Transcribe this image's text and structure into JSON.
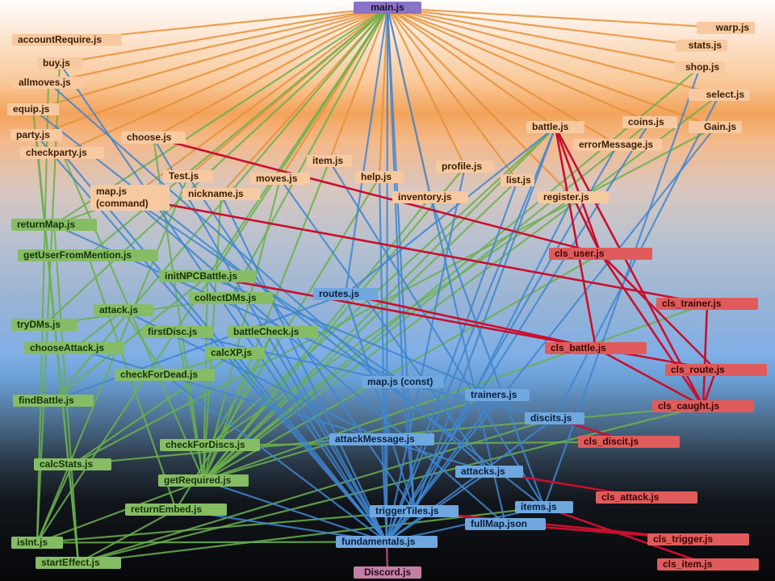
{
  "colors": {
    "main": "#8a72c4",
    "command": "#f7c9a1",
    "helper": "#86bd64",
    "module": "#6fa7df",
    "class": "#e05b5b",
    "discord": "#c47fa6",
    "edge_command": "#e8913a",
    "edge_helper": "#6ab04c",
    "edge_module": "#3f86d0",
    "edge_class": "#c8102e",
    "edge_discord": "#b5507f"
  },
  "nodes": [
    {
      "id": "main",
      "label": "main.js",
      "cat": "main"
    },
    {
      "id": "warp",
      "label": "warp.js",
      "cat": "orange"
    },
    {
      "id": "stats",
      "label": "stats.js",
      "cat": "orange"
    },
    {
      "id": "shop",
      "label": "shop.js",
      "cat": "orange"
    },
    {
      "id": "select",
      "label": "select.js",
      "cat": "orange"
    },
    {
      "id": "gain",
      "label": "Gain.js",
      "cat": "orange"
    },
    {
      "id": "coins",
      "label": "coins.js",
      "cat": "orange"
    },
    {
      "id": "errorMessage",
      "label": "errorMessage.js",
      "cat": "orange"
    },
    {
      "id": "battle",
      "label": "battle.js",
      "cat": "orange"
    },
    {
      "id": "register",
      "label": "register.js",
      "cat": "orange"
    },
    {
      "id": "list",
      "label": "list.js",
      "cat": "orange"
    },
    {
      "id": "profile",
      "label": "profile.js",
      "cat": "orange"
    },
    {
      "id": "inventory",
      "label": "inventory.js",
      "cat": "orange"
    },
    {
      "id": "help",
      "label": "help.js",
      "cat": "orange"
    },
    {
      "id": "item",
      "label": "item.js",
      "cat": "orange"
    },
    {
      "id": "moves",
      "label": "moves.js",
      "cat": "orange"
    },
    {
      "id": "nickname",
      "label": "nickname.js",
      "cat": "orange"
    },
    {
      "id": "test",
      "label": "Test.js",
      "cat": "orange"
    },
    {
      "id": "choose",
      "label": "choose.js",
      "cat": "orange"
    },
    {
      "id": "mapCommand",
      "label": "map.js\n(command)",
      "cat": "orange"
    },
    {
      "id": "accountRequire",
      "label": "accountRequire.js",
      "cat": "orange"
    },
    {
      "id": "buy",
      "label": "buy.js",
      "cat": "orange"
    },
    {
      "id": "allmoves",
      "label": "allmoves.js",
      "cat": "orange"
    },
    {
      "id": "equip",
      "label": "equip.js",
      "cat": "orange"
    },
    {
      "id": "party",
      "label": "party.js",
      "cat": "orange"
    },
    {
      "id": "checkparty",
      "label": "checkparty.js",
      "cat": "orange"
    },
    {
      "id": "returnMap",
      "label": "returnMap.js",
      "cat": "green"
    },
    {
      "id": "getUserFromMention",
      "label": "getUserFromMention.js",
      "cat": "green"
    },
    {
      "id": "initNPCBattle",
      "label": "initNPCBattle.js",
      "cat": "green"
    },
    {
      "id": "collectDMs",
      "label": "collectDMs.js",
      "cat": "green"
    },
    {
      "id": "attack",
      "label": "attack.js",
      "cat": "green"
    },
    {
      "id": "tryDMs",
      "label": "tryDMs.js",
      "cat": "green"
    },
    {
      "id": "firstDisc",
      "label": "firstDisc.js",
      "cat": "green"
    },
    {
      "id": "battleCheck",
      "label": "battleCheck.js",
      "cat": "green"
    },
    {
      "id": "chooseAttack",
      "label": "chooseAttack.js",
      "cat": "green"
    },
    {
      "id": "calcXP",
      "label": "calcXP.js",
      "cat": "green"
    },
    {
      "id": "checkForDead",
      "label": "checkForDead.js",
      "cat": "green"
    },
    {
      "id": "findBattle",
      "label": "findBattle.js",
      "cat": "green"
    },
    {
      "id": "checkForDiscs",
      "label": "checkForDiscs.js",
      "cat": "green"
    },
    {
      "id": "calcStats",
      "label": "calcStats.js",
      "cat": "green"
    },
    {
      "id": "getRequired",
      "label": "getRequired.js",
      "cat": "green"
    },
    {
      "id": "returnEmbed",
      "label": "returnEmbed.js",
      "cat": "green"
    },
    {
      "id": "isInt",
      "label": "isInt.js",
      "cat": "green"
    },
    {
      "id": "startEffect",
      "label": "startEffect.js",
      "cat": "green"
    },
    {
      "id": "routes",
      "label": "routes.js",
      "cat": "blue"
    },
    {
      "id": "mapConst",
      "label": "map.js (const)",
      "cat": "blue"
    },
    {
      "id": "trainers",
      "label": "trainers.js",
      "cat": "blue"
    },
    {
      "id": "discits",
      "label": "discits.js",
      "cat": "blue"
    },
    {
      "id": "attackMessage",
      "label": "attackMessage.js",
      "cat": "blue"
    },
    {
      "id": "attacks",
      "label": "attacks.js",
      "cat": "blue"
    },
    {
      "id": "items",
      "label": "items.js",
      "cat": "blue"
    },
    {
      "id": "triggerTiles",
      "label": "triggerTiles.js",
      "cat": "blue"
    },
    {
      "id": "fullMap",
      "label": "fullMap.json",
      "cat": "blue"
    },
    {
      "id": "fundamentals",
      "label": "fundamentals.js",
      "cat": "blue"
    },
    {
      "id": "clsUser",
      "label": "cls_user.js",
      "cat": "red"
    },
    {
      "id": "clsTrainer",
      "label": "cls_trainer.js",
      "cat": "red"
    },
    {
      "id": "clsBattle",
      "label": "cls_battle.js",
      "cat": "red"
    },
    {
      "id": "clsRoute",
      "label": "cls_route.js",
      "cat": "red"
    },
    {
      "id": "clsCaught",
      "label": "cls_caught.js",
      "cat": "red"
    },
    {
      "id": "clsDiscit",
      "label": "cls_discit.js",
      "cat": "red"
    },
    {
      "id": "clsAttack",
      "label": "cls_attack.js",
      "cat": "red"
    },
    {
      "id": "clsTrigger",
      "label": "cls_trigger.js",
      "cat": "red"
    },
    {
      "id": "clsItem",
      "label": "cls_item.js",
      "cat": "red"
    },
    {
      "id": "discord",
      "label": "Discord.js",
      "cat": "discord"
    }
  ],
  "edges": [
    [
      "main",
      "warp",
      "o"
    ],
    [
      "main",
      "stats",
      "o"
    ],
    [
      "main",
      "shop",
      "o"
    ],
    [
      "main",
      "select",
      "o"
    ],
    [
      "main",
      "gain",
      "o"
    ],
    [
      "main",
      "coins",
      "o"
    ],
    [
      "main",
      "errorMessage",
      "o"
    ],
    [
      "main",
      "battle",
      "o"
    ],
    [
      "main",
      "register",
      "o"
    ],
    [
      "main",
      "list",
      "o"
    ],
    [
      "main",
      "profile",
      "o"
    ],
    [
      "main",
      "inventory",
      "o"
    ],
    [
      "main",
      "help",
      "o"
    ],
    [
      "main",
      "item",
      "o"
    ],
    [
      "main",
      "moves",
      "o"
    ],
    [
      "main",
      "nickname",
      "o"
    ],
    [
      "main",
      "test",
      "o"
    ],
    [
      "main",
      "choose",
      "o"
    ],
    [
      "main",
      "mapCommand",
      "o"
    ],
    [
      "main",
      "accountRequire",
      "o"
    ],
    [
      "main",
      "buy",
      "o"
    ],
    [
      "main",
      "allmoves",
      "o"
    ],
    [
      "main",
      "equip",
      "o"
    ],
    [
      "main",
      "party",
      "o"
    ],
    [
      "main",
      "checkparty",
      "o"
    ],
    [
      "main",
      "returnMap",
      "g"
    ],
    [
      "main",
      "getUserFromMention",
      "g"
    ],
    [
      "main",
      "initNPCBattle",
      "g"
    ],
    [
      "main",
      "collectDMs",
      "g"
    ],
    [
      "main",
      "tryDMs",
      "g"
    ],
    [
      "main",
      "findBattle",
      "g"
    ],
    [
      "main",
      "isInt",
      "g"
    ],
    [
      "main",
      "triggerTiles",
      "b"
    ],
    [
      "main",
      "fundamentals",
      "b"
    ],
    [
      "main",
      "routes",
      "b"
    ],
    [
      "main",
      "mapConst",
      "b"
    ],
    [
      "main",
      "fullMap",
      "b"
    ],
    [
      "fundamentals",
      "discord",
      "p"
    ],
    [
      "battle",
      "clsUser",
      "r"
    ],
    [
      "battle",
      "clsBattle",
      "r"
    ],
    [
      "battle",
      "clsCaught",
      "r"
    ],
    [
      "register",
      "clsUser",
      "r"
    ],
    [
      "choose",
      "clsUser",
      "r"
    ],
    [
      "mapCommand",
      "clsTrainer",
      "r"
    ],
    [
      "initNPCBattle",
      "clsBattle",
      "r"
    ],
    [
      "routes",
      "clsBattle",
      "r"
    ],
    [
      "clsBattle",
      "clsRoute",
      "r"
    ],
    [
      "clsBattle",
      "clsCaught",
      "r"
    ],
    [
      "clsTrainer",
      "clsCaught",
      "r"
    ],
    [
      "clsRoute",
      "clsCaught",
      "r"
    ],
    [
      "clsUser",
      "clsCaught",
      "r"
    ],
    [
      "discits",
      "clsDiscit",
      "r"
    ],
    [
      "attacks",
      "clsAttack",
      "r"
    ],
    [
      "triggerTiles",
      "clsTrigger",
      "r"
    ],
    [
      "items",
      "clsItem",
      "r"
    ],
    [
      "fullMap",
      "clsTrigger",
      "r"
    ],
    [
      "clsUser",
      "clsRoute",
      "r"
    ],
    [
      "battle",
      "triggerTiles",
      "b"
    ],
    [
      "battle",
      "fundamentals",
      "b"
    ],
    [
      "battle",
      "routes",
      "b"
    ],
    [
      "shop",
      "items",
      "b"
    ],
    [
      "select",
      "discits",
      "b"
    ],
    [
      "gain",
      "fundamentals",
      "b"
    ],
    [
      "coins",
      "fundamentals",
      "b"
    ],
    [
      "errorMessage",
      "fundamentals",
      "b"
    ],
    [
      "register",
      "triggerTiles",
      "b"
    ],
    [
      "list",
      "fundamentals",
      "b"
    ],
    [
      "profile",
      "fundamentals",
      "b"
    ],
    [
      "inventory",
      "items",
      "b"
    ],
    [
      "help",
      "fundamentals",
      "b"
    ],
    [
      "item",
      "items",
      "b"
    ],
    [
      "moves",
      "attacks",
      "b"
    ],
    [
      "nickname",
      "fundamentals",
      "b"
    ],
    [
      "test",
      "triggerTiles",
      "b"
    ],
    [
      "choose",
      "fundamentals",
      "b"
    ],
    [
      "mapCommand",
      "mapConst",
      "b"
    ],
    [
      "mapCommand",
      "fullMap",
      "b"
    ],
    [
      "buy",
      "fundamentals",
      "b"
    ],
    [
      "allmoves",
      "attacks",
      "b"
    ],
    [
      "equip",
      "items",
      "b"
    ],
    [
      "party",
      "fundamentals",
      "b"
    ],
    [
      "checkparty",
      "fundamentals",
      "b"
    ],
    [
      "initNPCBattle",
      "trainers",
      "b"
    ],
    [
      "collectDMs",
      "fundamentals",
      "b"
    ],
    [
      "attack",
      "attackMessage",
      "b"
    ],
    [
      "firstDisc",
      "discits",
      "b"
    ],
    [
      "battleCheck",
      "fundamentals",
      "b"
    ],
    [
      "chooseAttack",
      "attacks",
      "b"
    ],
    [
      "calcXP",
      "fundamentals",
      "b"
    ],
    [
      "checkForDead",
      "fundamentals",
      "b"
    ],
    [
      "findBattle",
      "routes",
      "b"
    ],
    [
      "getRequired",
      "fundamentals",
      "b"
    ],
    [
      "returnEmbed",
      "fundamentals",
      "b"
    ],
    [
      "routes",
      "triggerTiles",
      "b"
    ],
    [
      "trainers",
      "fundamentals",
      "b"
    ],
    [
      "discits",
      "fundamentals",
      "b"
    ],
    [
      "attackMessage",
      "fundamentals",
      "b"
    ],
    [
      "attacks",
      "fundamentals",
      "b"
    ],
    [
      "triggerTiles",
      "fundamentals",
      "b"
    ],
    [
      "mapConst",
      "triggerTiles",
      "b"
    ],
    [
      "items",
      "fundamentals",
      "b"
    ],
    [
      "returnMap",
      "mapConst",
      "b"
    ],
    [
      "battle",
      "getRequired",
      "g"
    ],
    [
      "battle",
      "checkForDiscs",
      "g"
    ],
    [
      "register",
      "checkForDiscs",
      "g"
    ],
    [
      "shop",
      "getRequired",
      "g"
    ],
    [
      "select",
      "getRequired",
      "g"
    ],
    [
      "gain",
      "calcStats",
      "g"
    ],
    [
      "coins",
      "getRequired",
      "g"
    ],
    [
      "list",
      "getRequired",
      "g"
    ],
    [
      "profile",
      "getRequired",
      "g"
    ],
    [
      "inventory",
      "getRequired",
      "g"
    ],
    [
      "help",
      "returnEmbed",
      "g"
    ],
    [
      "item",
      "getRequired",
      "g"
    ],
    [
      "moves",
      "getRequired",
      "g"
    ],
    [
      "nickname",
      "getRequired",
      "g"
    ],
    [
      "test",
      "isInt",
      "g"
    ],
    [
      "choose",
      "getRequired",
      "g"
    ],
    [
      "buy",
      "isInt",
      "g"
    ],
    [
      "allmoves",
      "isInt",
      "g"
    ],
    [
      "equip",
      "startEffect",
      "g"
    ],
    [
      "party",
      "startEffect",
      "g"
    ],
    [
      "checkparty",
      "getRequired",
      "g"
    ],
    [
      "mapCommand",
      "returnMap",
      "g"
    ],
    [
      "initNPCBattle",
      "getRequired",
      "g"
    ],
    [
      "collectDMs",
      "tryDMs",
      "g"
    ],
    [
      "attack",
      "checkForDead",
      "g"
    ],
    [
      "chooseAttack",
      "attack",
      "g"
    ],
    [
      "firstDisc",
      "getRequired",
      "g"
    ],
    [
      "battleCheck",
      "getRequired",
      "g"
    ],
    [
      "calcXP",
      "calcStats",
      "g"
    ],
    [
      "checkForDead",
      "calcXP",
      "g"
    ],
    [
      "findBattle",
      "initNPCBattle",
      "g"
    ],
    [
      "calcStats",
      "isInt",
      "g"
    ],
    [
      "getRequired",
      "isInt",
      "g"
    ],
    [
      "returnEmbed",
      "startEffect",
      "g"
    ],
    [
      "clsCaught",
      "calcStats",
      "g"
    ],
    [
      "clsCaught",
      "startEffect",
      "g"
    ],
    [
      "clsDiscit",
      "checkForDiscs",
      "g"
    ],
    [
      "clsTrainer",
      "getRequired",
      "g"
    ],
    [
      "clsUser",
      "getRequired",
      "g"
    ],
    [
      "triggerTiles",
      "isInt",
      "g"
    ],
    [
      "fundamentals",
      "isInt",
      "g"
    ],
    [
      "items",
      "startEffect",
      "g"
    ],
    [
      "getUserFromMention",
      "returnEmbed",
      "g"
    ],
    [
      "returnMap",
      "startEffect",
      "g"
    ],
    [
      "battleCheck",
      "checkForDiscs",
      "g"
    ],
    [
      "discits",
      "startEffect",
      "g"
    ],
    [
      "trainers",
      "getRequired",
      "g"
    ]
  ]
}
